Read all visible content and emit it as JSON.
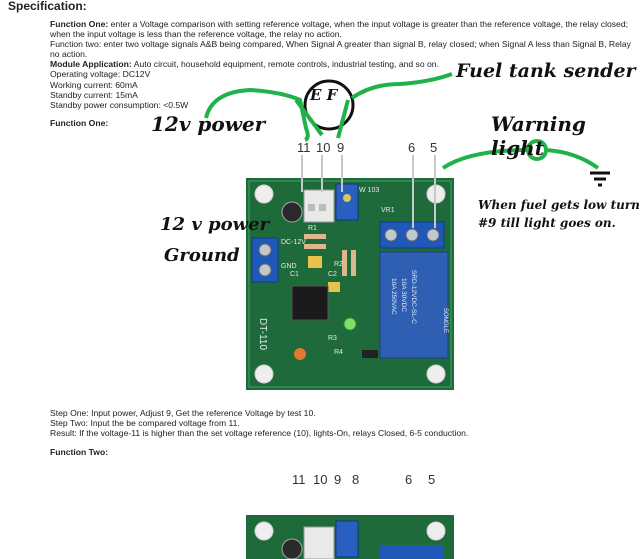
{
  "spec_heading": "Specification:",
  "spec_lines": [
    {
      "bold": "Function One:",
      "text": " enter a Voltage comparison with setting reference voltage, when the input voltage is greater than the reference voltage, the relay closed;"
    },
    {
      "bold": "",
      "text": "when the input voltage is less than the reference voltage, the relay no action."
    },
    {
      "bold": "",
      "text": "Function two: enter two voltage signals A&B being compared, When Signal A greater than signal B, relay closed; when Signal A less than Signal B, Relay"
    },
    {
      "bold": "",
      "text": "no action."
    },
    {
      "bold": "Module Application:",
      "text": " Auto circuit, household equipment, remote controls, industrial testing, and so on."
    },
    {
      "bold": "",
      "text": "Operating voltage: DC12V"
    },
    {
      "bold": "",
      "text": "Working current: 60mA"
    },
    {
      "bold": "",
      "text": "Standby current: 15mA"
    },
    {
      "bold": "",
      "text": "Standby power consumption: <0.5W"
    }
  ],
  "function_one_heading": "Function One:",
  "function_two_heading": "Function Two:",
  "steps": [
    "Step One: Input power, Adjust 9, Get the reference Voltage by test 10.",
    "Step Two: Input the be compared voltage from 11.",
    "Result: If the voltage-11 is higher than the set voltage reference (10), lights-On, relays Closed, 6-5 conduction."
  ],
  "annotations": {
    "fuel_tank_sender": "Fuel tank sender",
    "power_12v": "12v power",
    "warning_light": "Warning light",
    "power_12v_line1": "12 v power",
    "ground": "Ground",
    "note_line1": "When fuel gets low turn",
    "note_line2": "#9 till light goes on.",
    "sender_letters": "E  F"
  },
  "pins_top": [
    "11",
    "10",
    "9",
    "6",
    "5"
  ],
  "pins_bottom": [
    "11",
    "10",
    "9",
    "8",
    "6",
    "5"
  ],
  "board": {
    "model": "DT-110",
    "relay_brand": "SONGLE",
    "relay_text": [
      "10A 250VAC",
      "10A 30VDC",
      "SRD-12VDC-SL-C"
    ],
    "silk_left": [
      "DC-12V",
      "GND"
    ],
    "pot_label": "VR1",
    "pot_code": "103",
    "trimmer_text": "W 103",
    "components": [
      "C1",
      "C2",
      "R1",
      "R2",
      "R3",
      "R4"
    ]
  },
  "colors": {
    "pcb": "#1f6a3a",
    "green_ink": "#20b24a",
    "relay": "#2f5fb3",
    "terminal": "#1f58b8"
  }
}
